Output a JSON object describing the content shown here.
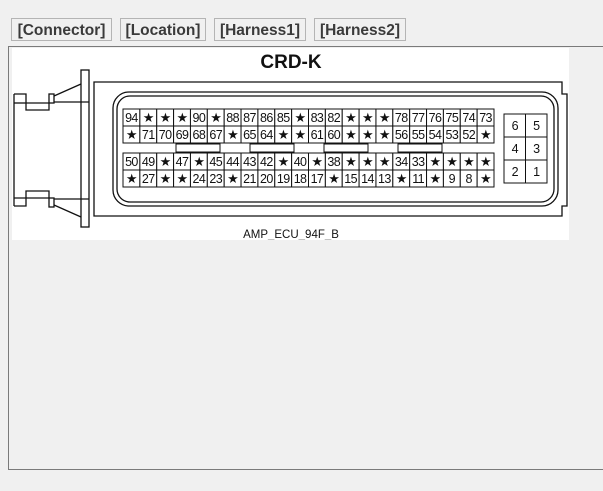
{
  "tabs": [
    {
      "label": "[Connector]"
    },
    {
      "label": "[Location]"
    },
    {
      "label": "[Harness1]"
    },
    {
      "label": "[Harness2]"
    }
  ],
  "connector": {
    "title": "CRD-K",
    "part_name": "AMP_ECU_94F_B",
    "main_grid": {
      "upper": [
        [
          "94",
          "★",
          "★",
          "★",
          "90",
          "★",
          "88",
          "87",
          "86",
          "85",
          "★",
          "83",
          "82",
          "★",
          "★",
          "★",
          "78",
          "77",
          "76",
          "75",
          "74",
          "73"
        ],
        [
          "★",
          "71",
          "70",
          "69",
          "68",
          "67",
          "★",
          "65",
          "64",
          "★",
          "★",
          "61",
          "60",
          "★",
          "★",
          "★",
          "56",
          "55",
          "54",
          "53",
          "52",
          "★"
        ]
      ],
      "lower": [
        [
          "50",
          "49",
          "★",
          "47",
          "★",
          "45",
          "44",
          "43",
          "42",
          "★",
          "40",
          "★",
          "38",
          "★",
          "★",
          "★",
          "34",
          "33",
          "★",
          "★",
          "★",
          "★"
        ],
        [
          "★",
          "27",
          "★",
          "★",
          "24",
          "23",
          "★",
          "21",
          "20",
          "19",
          "18",
          "17",
          "★",
          "15",
          "14",
          "13",
          "★",
          "11",
          "★",
          "9",
          "8",
          "★"
        ]
      ]
    },
    "small_grid": [
      [
        "6",
        "5"
      ],
      [
        "4",
        "3"
      ],
      [
        "2",
        "1"
      ]
    ]
  }
}
